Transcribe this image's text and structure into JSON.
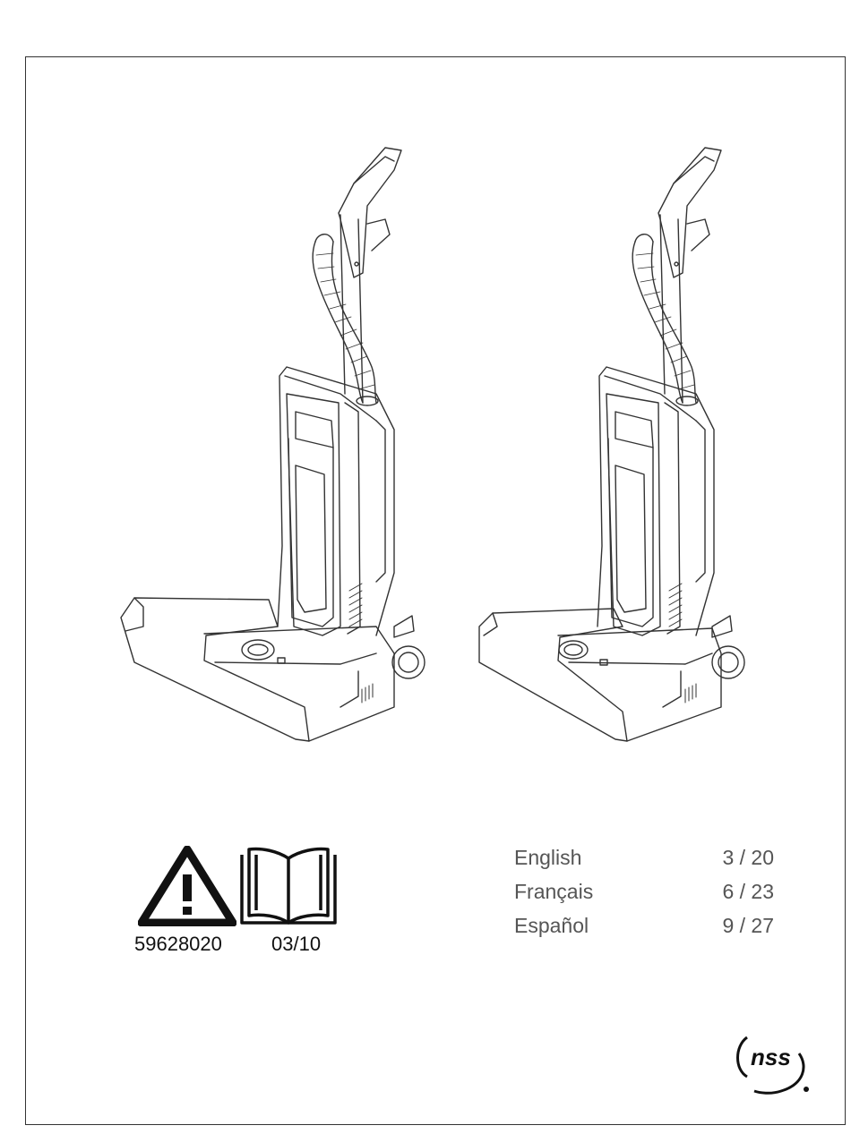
{
  "document": {
    "part_number": "59628020",
    "date": "03/10",
    "languages": [
      {
        "name": "English",
        "pages": "3 / 20"
      },
      {
        "name": "Français",
        "pages": "6 / 23"
      },
      {
        "name": "Español",
        "pages": "9 / 27"
      }
    ],
    "logo_text": "nss"
  },
  "icons": [
    "warning-triangle-icon",
    "manual-book-icon",
    "nss-logo"
  ],
  "colors": {
    "line": "#333333",
    "text": "#555555"
  }
}
